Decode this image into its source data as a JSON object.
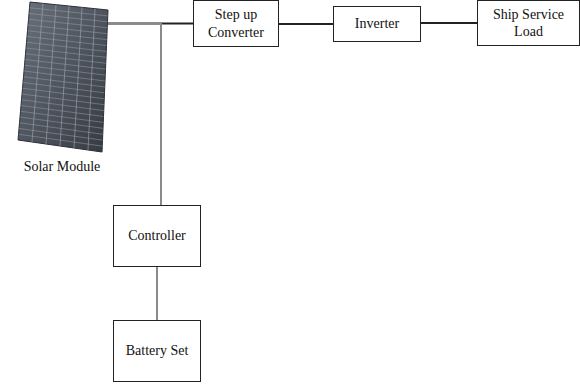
{
  "diagram": {
    "nodes": [
      {
        "text": [
          "Solar Module"
        ]
      },
      {
        "text": [
          "Step up Converter"
        ]
      },
      {
        "text": [
          "Inverter"
        ]
      },
      {
        "text": [
          "Ship Service Load"
        ]
      },
      {
        "text": [
          "Controller"
        ]
      },
      {
        "text": [
          "Battery Set"
        ]
      }
    ],
    "edges": [
      {
        "from": 0,
        "to": 1,
        "arrow": "none"
      },
      {
        "from": 1,
        "to": 2,
        "arrow": "none"
      },
      {
        "from": 2,
        "to": 3,
        "arrow": "none"
      },
      {
        "from": 0,
        "to": 4,
        "arrow": "none"
      },
      {
        "from": 4,
        "to": 5,
        "arrow": "none"
      }
    ]
  }
}
